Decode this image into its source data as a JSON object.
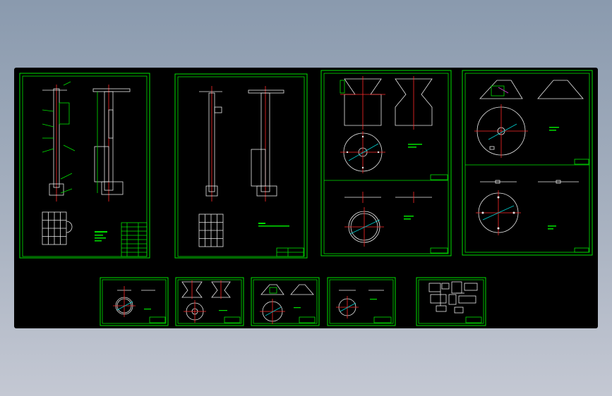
{
  "viewport": {
    "background_top": "#8a9aae",
    "background_bottom": "#c4c8d3"
  },
  "colors": {
    "canvas": "#000000",
    "border": "#00e000",
    "geometry": "#e8e8e8",
    "centerline": "#ff2a2a",
    "dimension": "#00d0d0",
    "accent": "#e040e0"
  },
  "drawing_sheets": [
    {
      "id": "sheet-1",
      "content": "pole-elevation-with-grid"
    },
    {
      "id": "sheet-2",
      "content": "pole-elevation-with-grid"
    },
    {
      "id": "sheet-3",
      "content": "hopper-and-ring-plans"
    },
    {
      "id": "sheet-4",
      "content": "cone-and-disc-plans"
    },
    {
      "id": "sheet-5",
      "content": "ring-plan"
    },
    {
      "id": "sheet-6",
      "content": "hopper-and-ring-plan"
    },
    {
      "id": "sheet-7",
      "content": "cone-and-disc-plan"
    },
    {
      "id": "sheet-8",
      "content": "disc-plan"
    },
    {
      "id": "sheet-9",
      "content": "schematic-layout"
    }
  ]
}
